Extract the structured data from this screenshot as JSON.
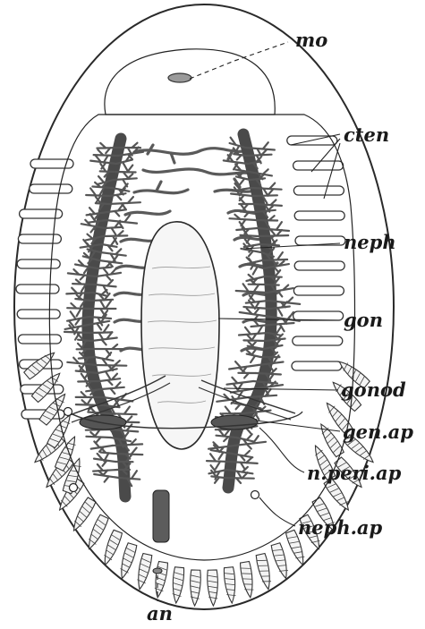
{
  "labels": {
    "mo": "mo",
    "cten": "cten",
    "neph": "neph",
    "gon": "gon",
    "gonod": "gonod",
    "gen_ap": "gen.ap",
    "n_peri_ap": "n.peri.ap",
    "neph_ap": "neph.ap",
    "an": "an"
  }
}
